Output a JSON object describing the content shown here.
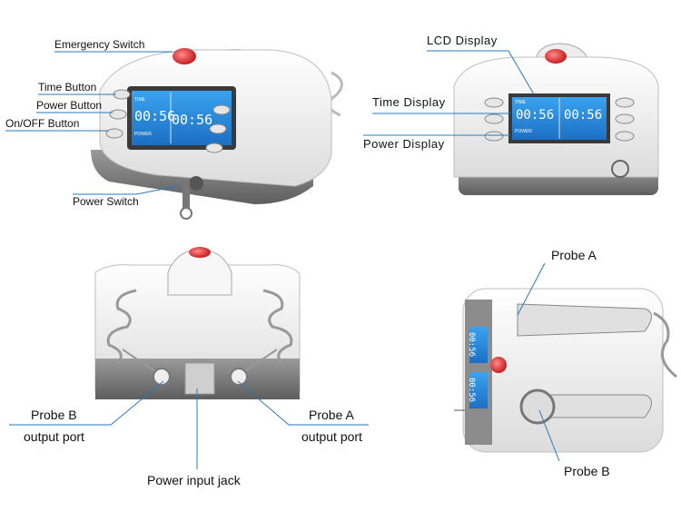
{
  "labels": {
    "emergency_switch": "Emergency Switch",
    "time_button": "Time Button",
    "power_button": "Power Button",
    "on_off_button": "On/OFF Button",
    "power_switch": "Power Switch",
    "lcd_display": "LCD Display",
    "time_display": "Time Display",
    "power_display": "Power Display",
    "probe_b_port_line1": "Probe B",
    "probe_b_port_line2": "output port",
    "probe_a_port_line1": "Probe A",
    "probe_a_port_line2": "output port",
    "power_input_jack": "Power input jack",
    "probe_a": "Probe A",
    "probe_b": "Probe B"
  },
  "screen": {
    "time_tag": "TIME",
    "power_tag": "POWER",
    "time_left": "00:56",
    "time_right": "00:56",
    "rotated_reading": "00:56"
  },
  "colors": {
    "screen": "#2a8fe0",
    "emergency": "#e23a3a",
    "body": "#f2f2f2",
    "base": "#7a7a7a",
    "leader": "#2a7ab8"
  }
}
